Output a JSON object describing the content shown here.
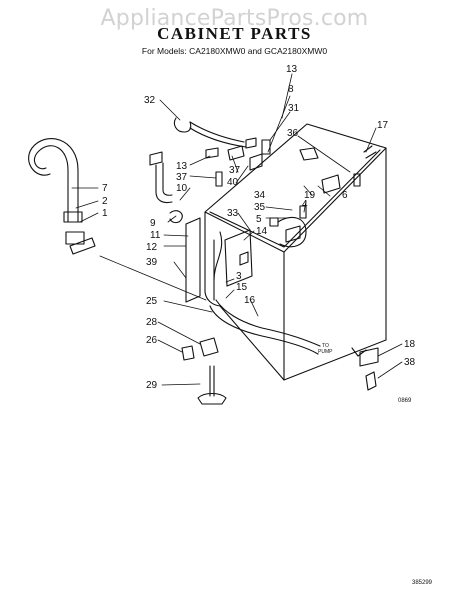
{
  "watermark": "AppliancePartsPros.com",
  "title": "CABINET PARTS",
  "subtitle": "For Models: CA2180XMW0 and GCA2180XMW0",
  "callouts": [
    "13",
    "8",
    "31",
    "32",
    "17",
    "36",
    "13",
    "37",
    "40",
    "37",
    "7",
    "6",
    "2",
    "1",
    "10",
    "34",
    "19",
    "9",
    "33",
    "35",
    "4",
    "5",
    "11",
    "14",
    "12",
    "39",
    "3",
    "15",
    "25",
    "16",
    "28",
    "18",
    "26",
    "38",
    "29"
  ],
  "pump_label": [
    "TO",
    "PUMP"
  ],
  "figure_code": "0869",
  "page_code": "385299"
}
